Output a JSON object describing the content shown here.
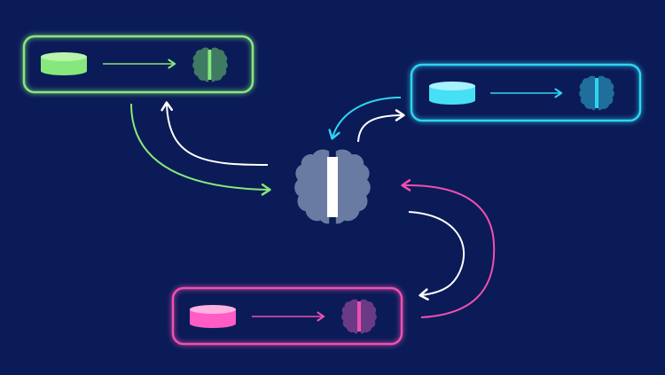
{
  "diagram": {
    "background": "#0b1b57",
    "central_model": {
      "icon": "brain-icon",
      "color": "#6a7ba3",
      "divider_color": "#ffffff"
    },
    "nodes": [
      {
        "id": "green",
        "accent": "#86e87c",
        "cylinder_color": "#86e87c",
        "brain_color": "#3f7a62",
        "icons": [
          "database-icon",
          "arrow-right-icon",
          "brain-icon"
        ]
      },
      {
        "id": "cyan",
        "accent": "#2fd4f2",
        "cylinder_color": "#45e0f6",
        "brain_color": "#1e6f9b",
        "icons": [
          "database-icon",
          "arrow-right-icon",
          "brain-icon"
        ]
      },
      {
        "id": "pink",
        "accent": "#f04fb0",
        "cylinder_color": "#ff5cc4",
        "brain_color": "#6b3a87",
        "icons": [
          "database-icon",
          "arrow-right-icon",
          "brain-icon"
        ]
      }
    ],
    "connectors": {
      "outbound_color": "#ffffff"
    }
  }
}
